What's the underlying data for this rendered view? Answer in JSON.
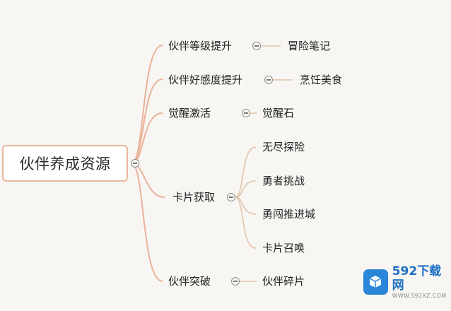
{
  "mindmap": {
    "root": "伙伴养成资源",
    "branches": [
      {
        "label": "伙伴等级提升",
        "children": [
          "冒险笔记"
        ]
      },
      {
        "label": "伙伴好感度提升",
        "children": [
          "烹饪美食"
        ]
      },
      {
        "label": "觉醒激活",
        "children": [
          "觉醒石"
        ]
      },
      {
        "label": "卡片获取",
        "children": [
          "无尽探险",
          "勇者挑战",
          "勇闯推进城",
          "卡片召唤"
        ]
      },
      {
        "label": "伙伴突破",
        "children": [
          "伙伴碎片"
        ]
      }
    ]
  },
  "colors": {
    "link_main": "#eab29a",
    "link_child": "#e3c2a8",
    "root_border": "#e9b79a",
    "brand": "#2b86d9"
  },
  "watermark": {
    "brand": "592下载网",
    "url": "WWW.592XZ.COM",
    "icon": "box-icon"
  }
}
